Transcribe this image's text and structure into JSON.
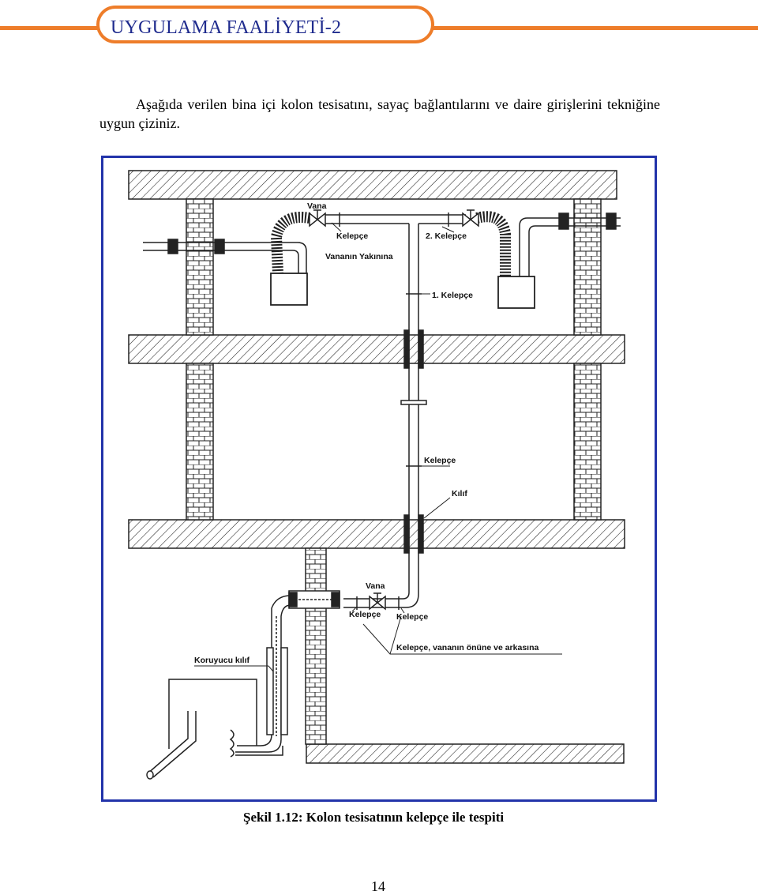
{
  "header": {
    "title": "UYGULAMA FAALİYETİ-2",
    "accent_color": "#ee7d2a",
    "title_color": "#1f2b8e"
  },
  "instruction": {
    "text": "Aşağıda verilen bina içi kolon tesisatını, sayaç bağlantılarını ve daire girişlerini tekniğine uygun çiziniz."
  },
  "figure": {
    "frame_color": "#2233aa",
    "labels": {
      "vana_top": "Vana",
      "kelepce_top": "Kelepçe",
      "kelepce_2": "2. Kelepçe",
      "vananin_yakinina": "Vananın Yakınına",
      "kelepce_1": "1. Kelepçe",
      "kelepce_mid": "Kelepçe",
      "kilif": "Kılıf",
      "vana_bottom": "Vana",
      "kelepce_bottom_left": "Kelepçe",
      "kelepce_bottom_right": "Kelepçe",
      "kelepce_note": "Kelepçe, vananın önüne ve arkasına",
      "koruyucu_kilif": "Koruyucu kılıf"
    }
  },
  "caption": {
    "text": "Şekil 1.12: Kolon tesisatının kelepçe ile tespiti"
  },
  "page_number": "14"
}
